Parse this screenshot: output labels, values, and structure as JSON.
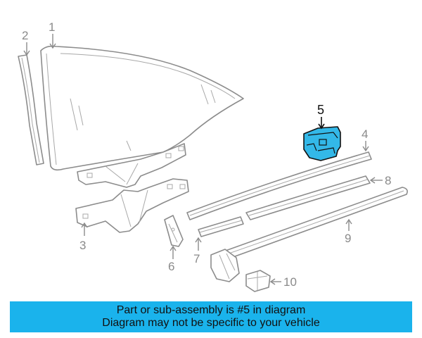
{
  "callouts": {
    "c1": "1",
    "c2": "2",
    "c3": "3",
    "c4": "4",
    "c5": "5",
    "c6": "6",
    "c7": "7",
    "c8": "8",
    "c9": "9",
    "c10": "10"
  },
  "highlighted_part": "5",
  "colors": {
    "highlight": "#33b8e8",
    "banner": "#1ab3ec",
    "line": "#8c8c8c"
  },
  "banner": {
    "line1": "Part or sub-assembly is #5 in diagram",
    "line2": "Diagram may not be specific to your vehicle"
  }
}
